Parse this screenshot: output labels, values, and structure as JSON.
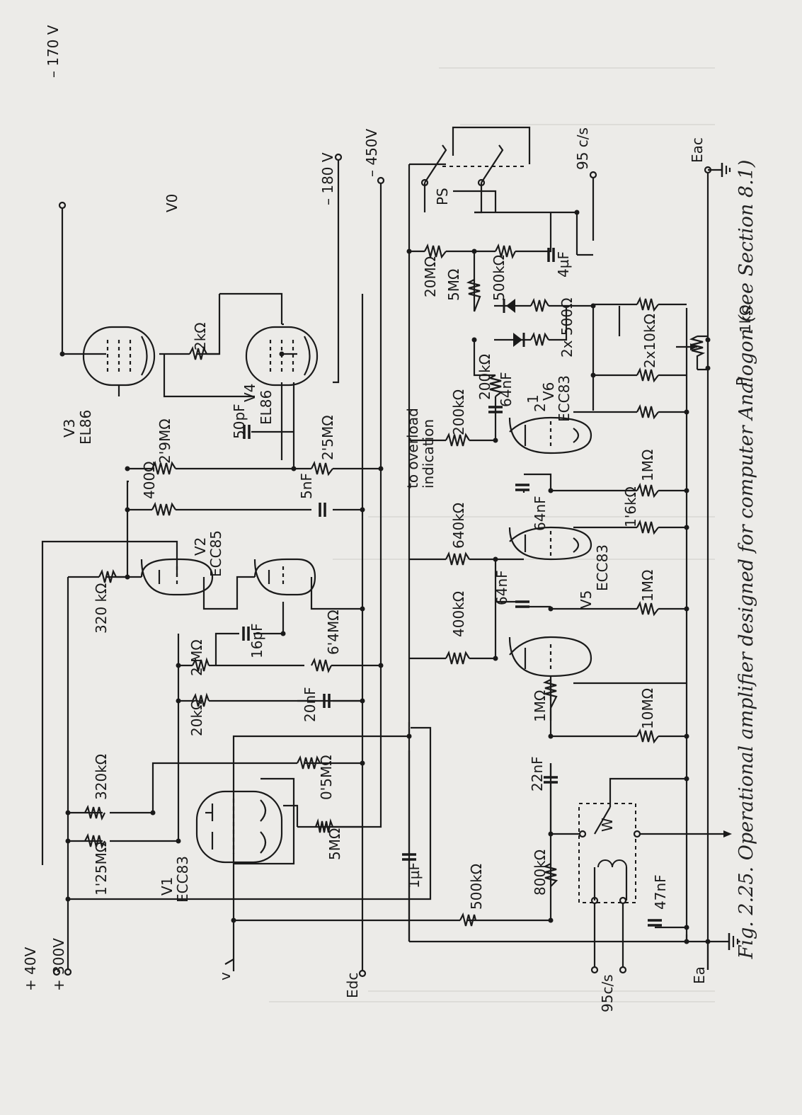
{
  "caption": "Fig. 2.25. Operational amplifier designed for computer Analogon (see Section 8.1)",
  "supplies": {
    "plus40": "+ 40V",
    "plus300": "+ 300V",
    "minus170": "– 170 V",
    "minus180": "– 180 V",
    "minus450": "– 450V"
  },
  "terminals": {
    "input": "v",
    "output": "V0",
    "edc": "Edc",
    "eac": "Eac",
    "ea": "Ea",
    "ac_in": "95c/s",
    "ac_out": "95 c/s",
    "overload": "to overload",
    "overload2": "indication"
  },
  "tubes": {
    "v1": "V1",
    "v1_type": "ECC83",
    "v2": "V2",
    "v2_type": "ECC85",
    "v3": "V3",
    "v3_type": "EL86",
    "v4": "V4",
    "v4_type": "EL86",
    "v5": "V5",
    "v5_type": "ECC83",
    "v6": "V6",
    "v6_type": "ECC83",
    "v6_note1": "1",
    "v6_note2": "2"
  },
  "resistors": {
    "r125m": "1'25MΩ",
    "r320k_a": "320kΩ",
    "r20k": "20kΩ",
    "r2m": "2 MΩ",
    "r320k_b": "320 kΩ",
    "r400": "400Ω",
    "r29m": "2'9MΩ",
    "r2k": "2kΩ",
    "r5m": "5MΩ",
    "r05m": "0'5MΩ",
    "r64m": "6'4MΩ",
    "r25m": "2'5MΩ",
    "r400k": "400kΩ",
    "r640k": "640kΩ",
    "r200k_a": "200kΩ",
    "r200k_b": "200kΩ",
    "r20m": "20MΩ",
    "r5m_b": "5MΩ",
    "r500k": "500kΩ",
    "r500k_b": "500kΩ",
    "r800k": "800kΩ",
    "r1m": "1MΩ",
    "r10m": "10MΩ",
    "r1m_b": "1MΩ",
    "r16k": "1'6kΩ",
    "r1m_c": "1MΩ",
    "r2x10k": "2x10kΩ",
    "r2x500": "2x 500Ω",
    "r1k": "1kΩ"
  },
  "capacitors": {
    "c1u": "1µF",
    "c20n": "20nF",
    "c16p": "16pF",
    "c5n": "5nF",
    "c50p": "50pF",
    "c64n_a": "64nF",
    "c64n_b": "64nF",
    "c64n_c": "64nF",
    "c22n": "22nF",
    "c47n": "47nF",
    "c4u": "4µF"
  },
  "switches": {
    "ps": "PS",
    "w": "W",
    "p": "P"
  }
}
